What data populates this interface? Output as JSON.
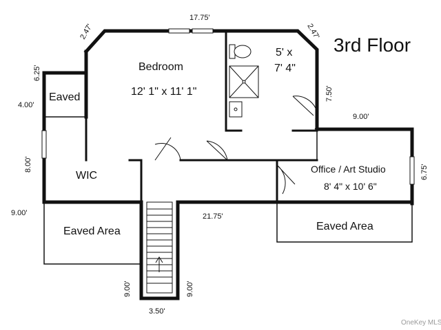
{
  "title": "3rd Floor",
  "rooms": {
    "bedroom_name": "Bedroom",
    "bedroom_size": "12' 1\" x 11' 1\"",
    "bath_size_line1": "5' x",
    "bath_size_line2": "7' 4\"",
    "eaved_small": "Eaved",
    "wic": "WIC",
    "office_name": "Office / Art Studio",
    "office_size": "8' 4\" x 10' 6\"",
    "eaved_left": "Eaved Area",
    "eaved_right": "Eaved Area"
  },
  "dimensions": {
    "top_width": "17.75'",
    "top_left_diag": "2.47'",
    "top_right_diag": "2.47'",
    "left_eaved_height": "6.25'",
    "left_eaved_width": "4.00'",
    "bath_right_height": "7.50'",
    "office_top_width": "9.00'",
    "left_wic_height": "8.00'",
    "office_right_height": "6.75'",
    "left_bottom_width": "9.00'",
    "middle_width": "21.75'",
    "stair_left_height": "9.00'",
    "stair_right_height": "9.00'",
    "stair_width": "3.50'"
  },
  "watermark": "OneKey MLS"
}
